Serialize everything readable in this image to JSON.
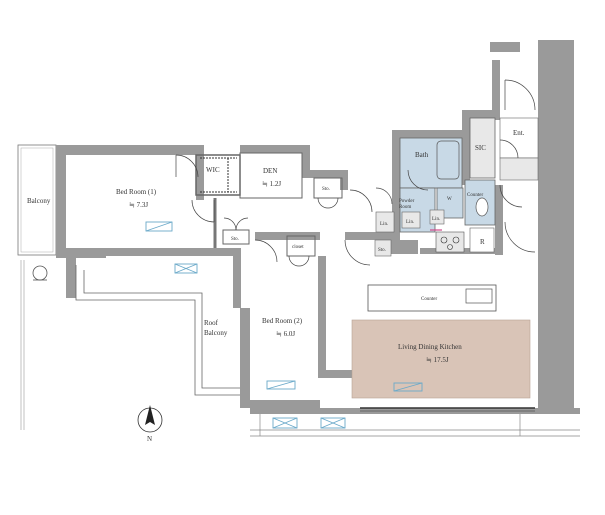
{
  "rooms": {
    "balcony": "Balcony",
    "bedroom1_name": "Bed Room (1)",
    "bedroom1_area": "≒ 7.3J",
    "wic": "WIC",
    "den_name": "DEN",
    "den_area": "≒ 1.2J",
    "sto1": "Sto.",
    "sto2": "Sto.",
    "bath": "Bath",
    "sic": "SIC",
    "entrance": "Ent.",
    "powder_room": "Powder Room",
    "lin1": "Lin.",
    "lin2": "Lin.",
    "lin3": "Lin.",
    "sto3": "Sto.",
    "counter_small": "Counter",
    "wm": "W",
    "refrigerator": "R",
    "closet": "closet",
    "roof_balcony": "Roof Balcony",
    "bedroom2_name": "Bed Room (2)",
    "bedroom2_area": "≒ 6.0J",
    "counter": "Counter",
    "ldk_name": "Living Dining Kitchen",
    "ldk_area": "≒ 17.5J",
    "north": "N"
  },
  "colors": {
    "wall": "#9a9a9a",
    "floor_ldk": "#d9c4b7",
    "wet_area": "#c8d9e6",
    "window": "#6aa9c9"
  }
}
